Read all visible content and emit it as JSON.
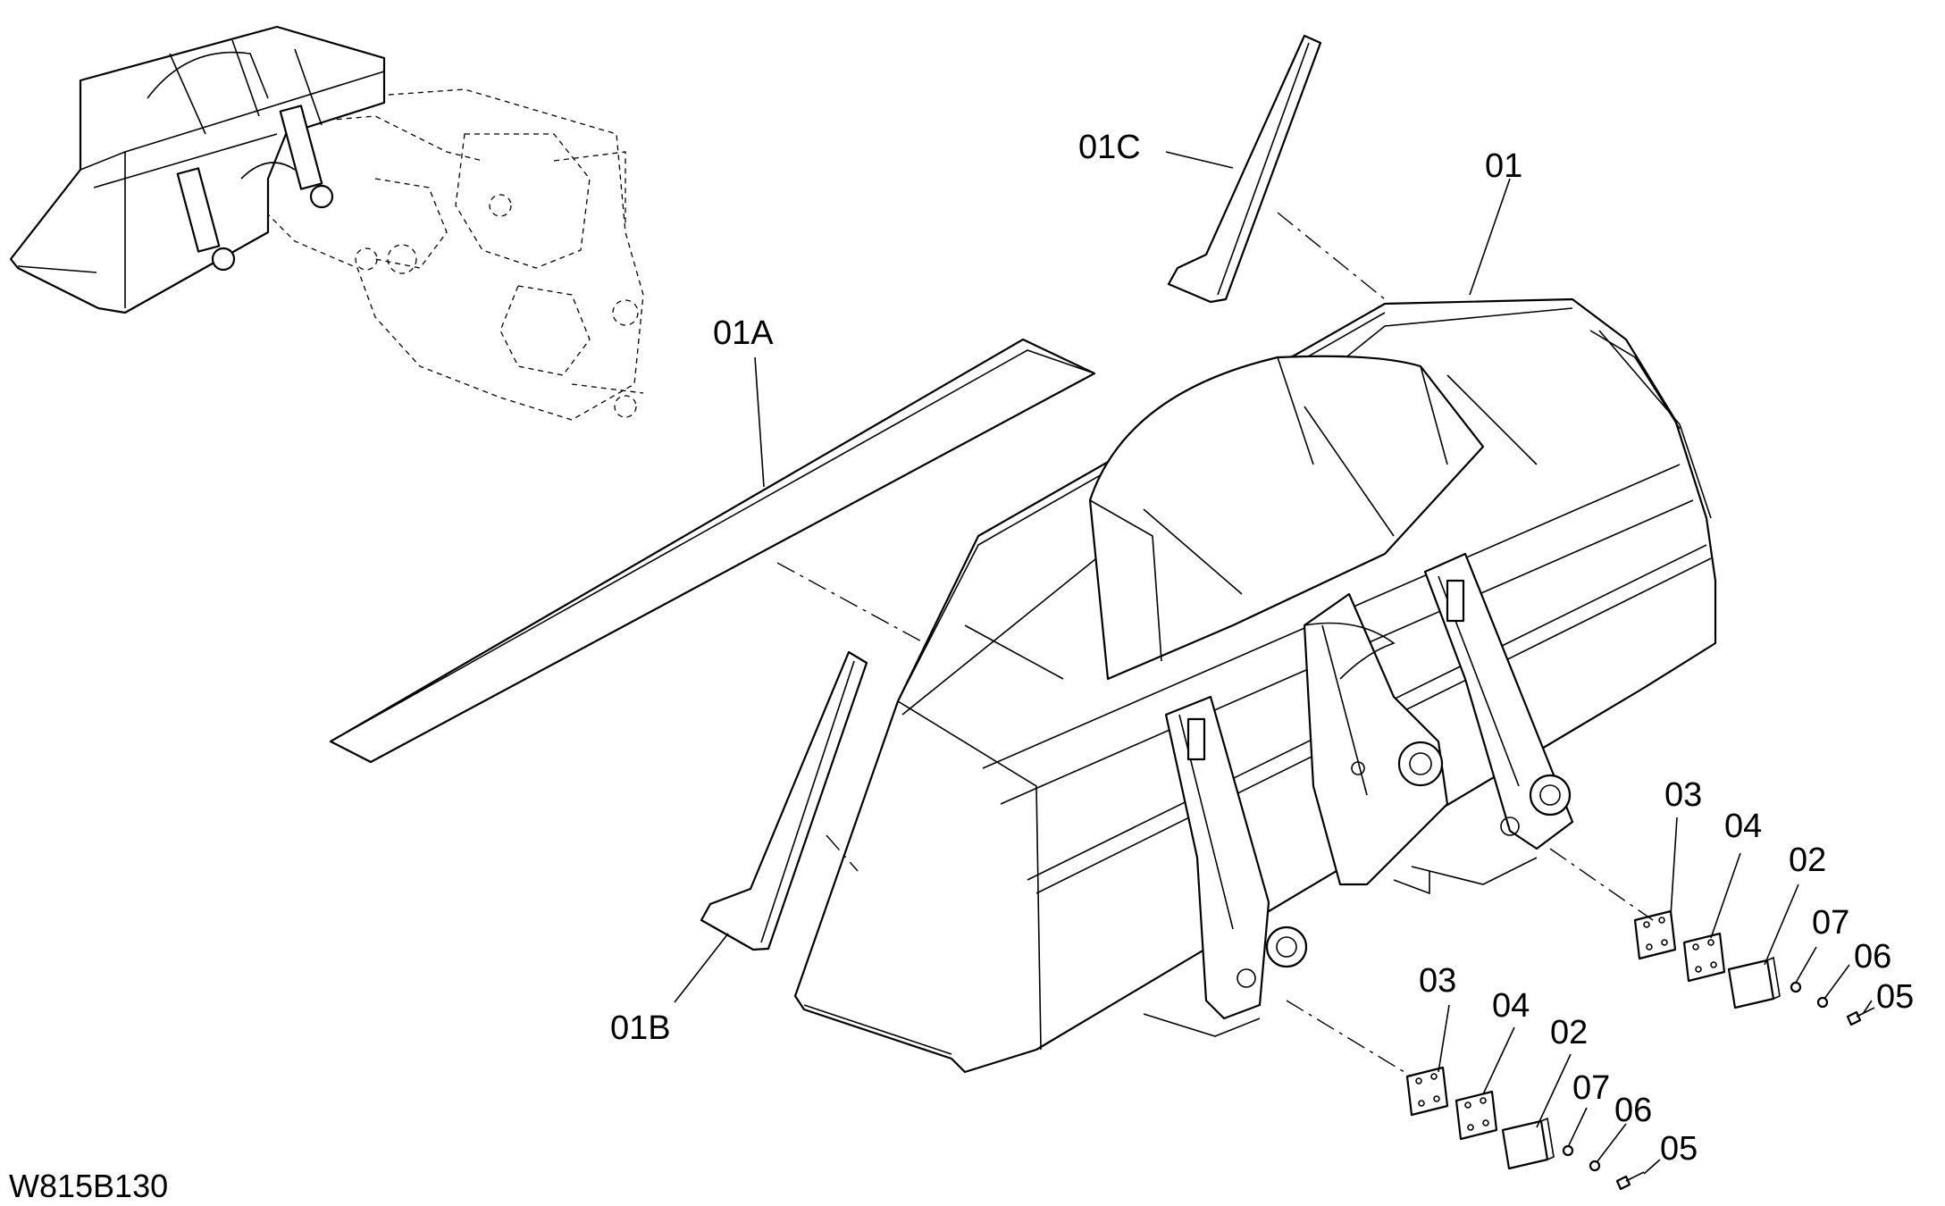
{
  "drawing_code": "W815B130",
  "labels": {
    "p01": "01",
    "p01A": "01A",
    "p01B": "01B",
    "p01C": "01C",
    "p02_upper": "02",
    "p03_upper": "03",
    "p04_upper": "04",
    "p05_upper": "05",
    "p06_upper": "06",
    "p07_upper": "07",
    "p02_lower": "02",
    "p03_lower": "03",
    "p04_lower": "04",
    "p05_lower": "05",
    "p06_lower": "06",
    "p07_lower": "07"
  }
}
